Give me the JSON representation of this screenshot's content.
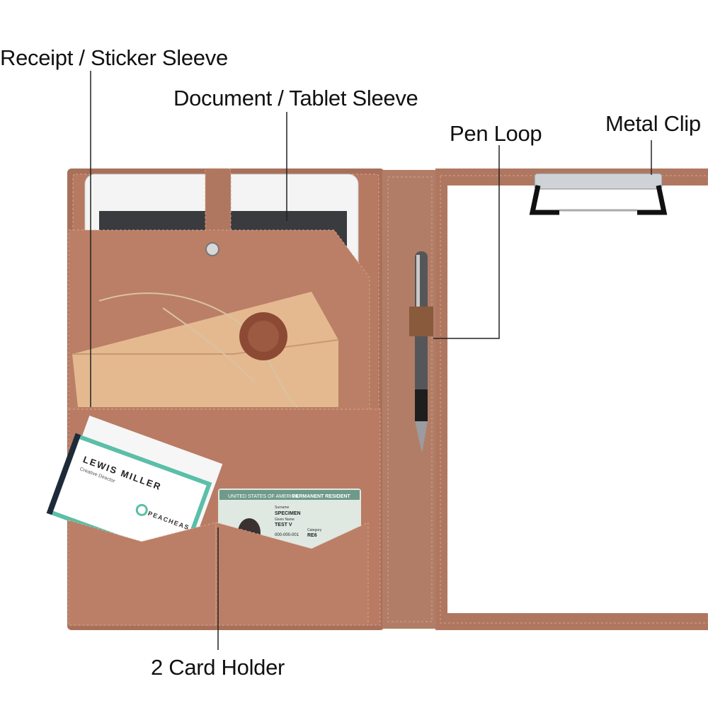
{
  "callouts": {
    "receipt_sleeve": "Receipt / Sticker Sleeve",
    "document_sleeve": "Document / Tablet Sleeve",
    "pen_loop": "Pen Loop",
    "metal_clip": "Metal Clip",
    "card_holder": "2 Card Holder"
  },
  "business_card": {
    "name": "LEWIS MILLER",
    "title": "Creative Director",
    "brand": "PEACHEAS"
  },
  "id_card": {
    "header": "UNITED STATES OF AMERICA",
    "type": "PERMANENT RESIDENT",
    "surname_label": "Surname",
    "surname": "SPECIMEN",
    "given_label": "Given Name",
    "given": "TEST V",
    "uscis": "000-000-001",
    "category_label": "Category",
    "category": "RE6"
  },
  "colors": {
    "leather": "#b97b64",
    "leather_dark": "#9c624c",
    "spine": "#b58068"
  }
}
